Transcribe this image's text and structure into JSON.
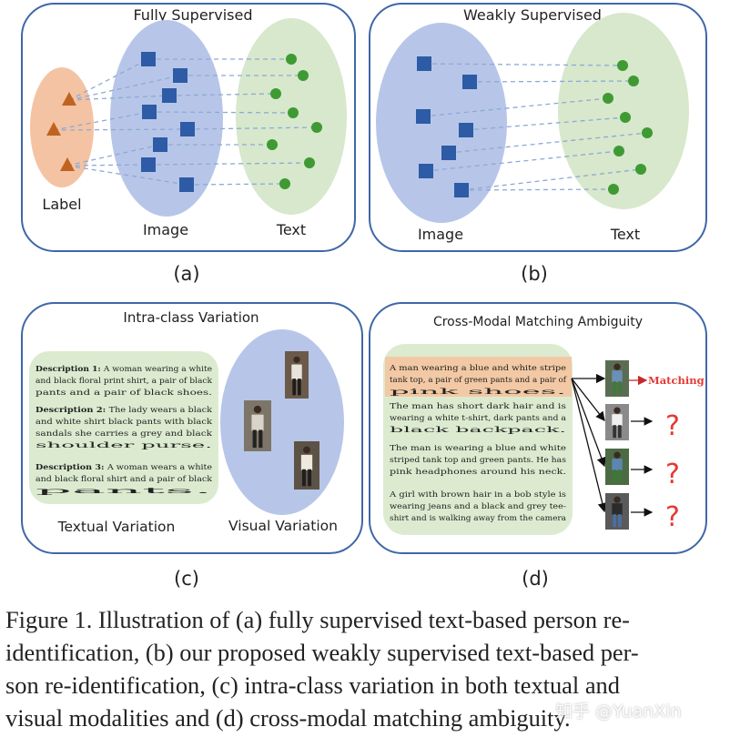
{
  "panels": {
    "a": {
      "title": "Fully Supervised",
      "label_group": "Label",
      "image_group": "Image",
      "text_group": "Text",
      "tag": "(a)"
    },
    "b": {
      "title": "Weakly Supervised",
      "image_group": "Image",
      "text_group": "Text",
      "tag": "(b)"
    },
    "c": {
      "title": "Intra-class Variation",
      "descriptions": [
        {
          "head": "Description 1:",
          "lines": [
            "A woman wearing a white",
            "and black floral print shirt, a pair of black",
            "pants and a pair of black shoes."
          ]
        },
        {
          "head": "Description 2:",
          "lines": [
            "The lady wears a black",
            "and white shirt black pants with black",
            "sandals she carries a grey and black",
            "shoulder purse."
          ]
        },
        {
          "head": "Description 3:",
          "lines": [
            "A woman wears a white",
            "and black floral shirt and a pair of black",
            "pants."
          ]
        }
      ],
      "textual_label": "Textual Variation",
      "visual_label": "Visual Variation",
      "tag": "(c)"
    },
    "d": {
      "title": "Cross-Modal Matching Ambiguity",
      "descriptions": [
        [
          "A man wearing a blue and white stripe",
          "tank top, a pair of green pants and a pair of",
          "pink shoes."
        ],
        [
          "The man has short dark hair and is",
          "wearing a white t-shirt, dark pants and a",
          "black backpack."
        ],
        [
          "The man is wearing a blue and white",
          "striped tank top and green pants. He has",
          "pink headphones around his neck."
        ],
        [
          "A girl with brown hair in a bob style is",
          "wearing jeans and a black and grey tee-",
          "shirt and is walking away from the camera"
        ]
      ],
      "match_label": "Matching",
      "unknown_mark": "?",
      "tag": "(d)"
    }
  },
  "caption": [
    "Figure 1. Illustration of (a) fully supervised text-based person re-",
    "identification, (b) our proposed weakly supervised text-based per-",
    "son re-identification, (c) intra-class variation in both textual and",
    "visual modalities and (d) cross-modal matching ambiguity."
  ],
  "watermark": "知乎 @YuanXin",
  "colors": {
    "frame": "#3f67a8",
    "label_oval": "#f4c3a3",
    "image_oval": "#b7c6e8",
    "text_oval": "#d7e8cc",
    "square": "#2d5ba6",
    "dot": "#3f9a33",
    "triangle": "#c0631f",
    "dash": "#8ea9d6",
    "desc_box": "#dcebd0",
    "highlight": "#f2c9a4",
    "match_red": "#e53935"
  }
}
